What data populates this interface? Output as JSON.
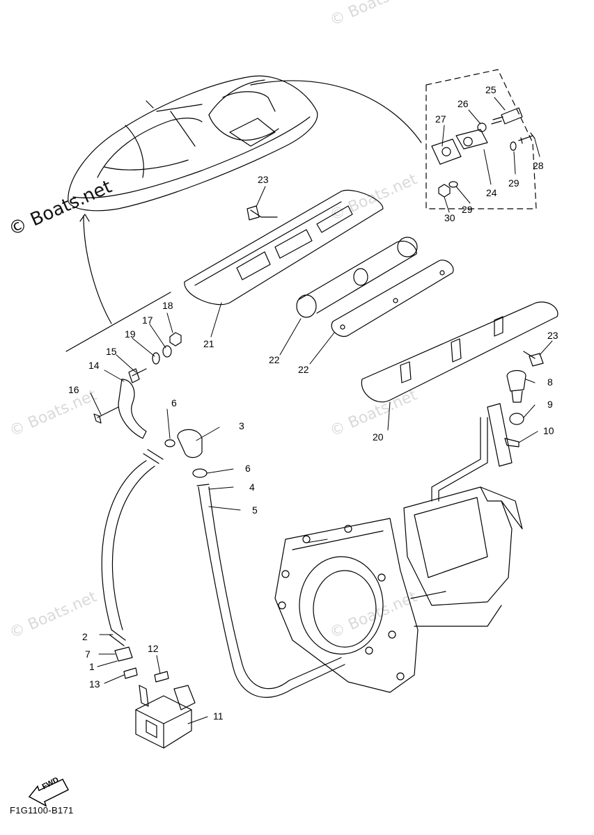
{
  "watermark": "© Boats.net",
  "copyright_text": "© Boats.net",
  "diagram_code": "F1G1100-B171",
  "fwd_label": "FWD",
  "callouts": [
    "1",
    "2",
    "3",
    "4",
    "5",
    "6",
    "7",
    "8",
    "9",
    "10",
    "11",
    "12",
    "13",
    "14",
    "15",
    "16",
    "17",
    "18",
    "19",
    "20",
    "21",
    "22",
    "23",
    "24",
    "25",
    "26",
    "27",
    "28",
    "29",
    "30"
  ]
}
